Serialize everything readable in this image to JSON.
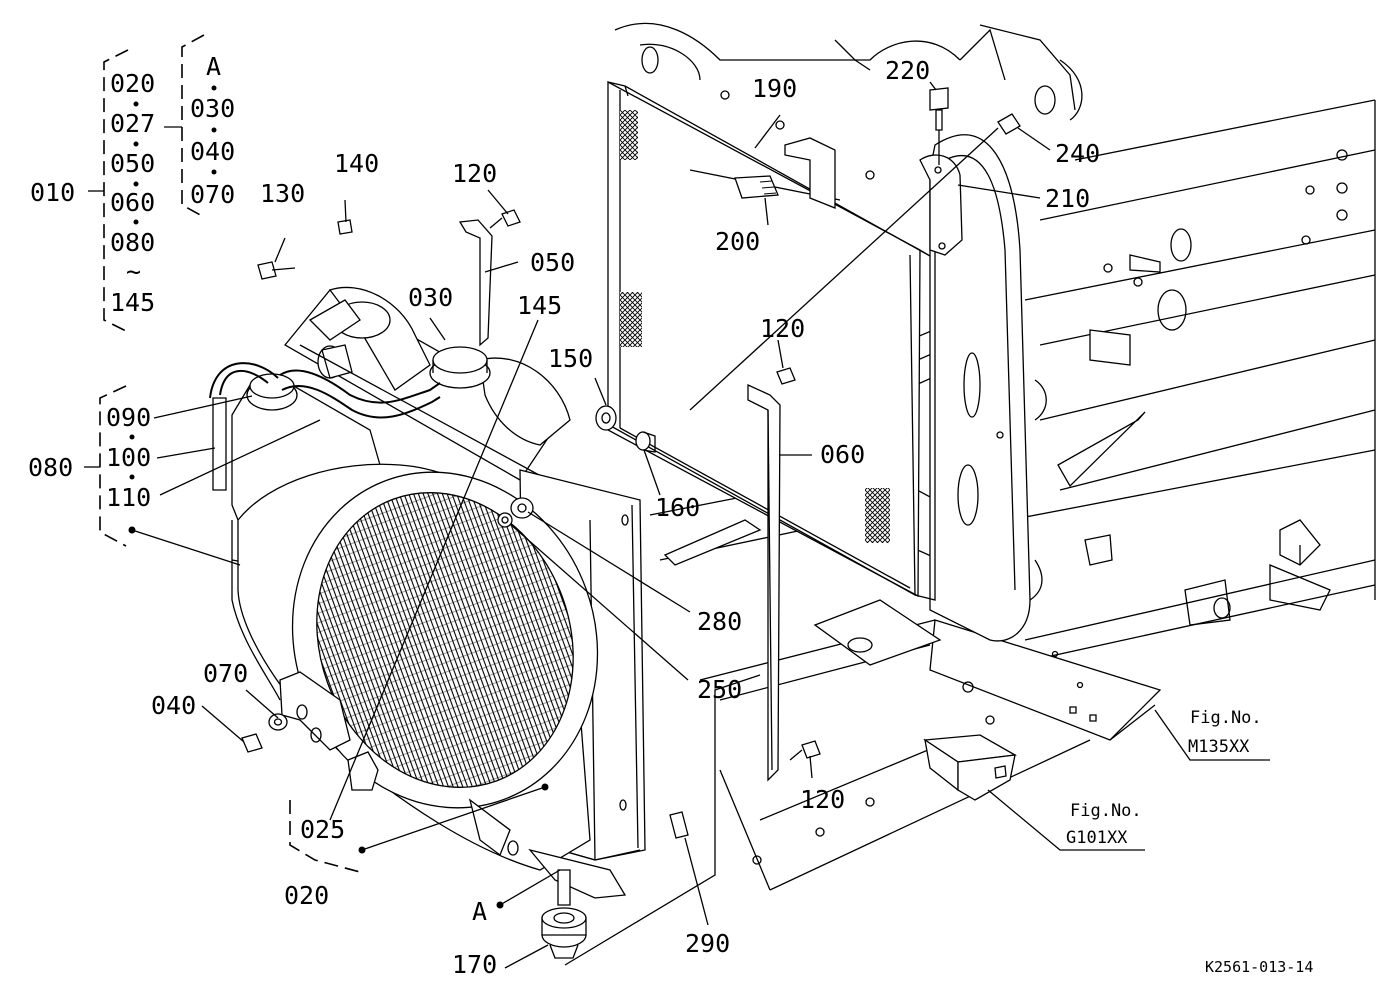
{
  "parts": [
    {
      "id": "p120a",
      "label": "120"
    },
    {
      "id": "p120b",
      "label": "120"
    },
    {
      "id": "p120c",
      "label": "120"
    },
    {
      "id": "p130",
      "label": "130"
    },
    {
      "id": "p140",
      "label": "140"
    },
    {
      "id": "p050",
      "label": "050"
    },
    {
      "id": "p030",
      "label": "030"
    },
    {
      "id": "p145",
      "label": "145"
    },
    {
      "id": "p150",
      "label": "150"
    },
    {
      "id": "p160",
      "label": "160"
    },
    {
      "id": "p060",
      "label": "060"
    },
    {
      "id": "p190",
      "label": "190"
    },
    {
      "id": "p200",
      "label": "200"
    },
    {
      "id": "p210",
      "label": "210"
    },
    {
      "id": "p220",
      "label": "220"
    },
    {
      "id": "p240",
      "label": "240"
    },
    {
      "id": "p280",
      "label": "280"
    },
    {
      "id": "p250",
      "label": "250"
    },
    {
      "id": "p070",
      "label": "070"
    },
    {
      "id": "p040",
      "label": "040"
    },
    {
      "id": "p025",
      "label": "025"
    },
    {
      "id": "p020",
      "label": "020"
    },
    {
      "id": "pA",
      "label": "A"
    },
    {
      "id": "p170",
      "label": "170"
    },
    {
      "id": "p290",
      "label": "290"
    }
  ],
  "group_010": {
    "label": "010",
    "members": [
      "020",
      "027",
      "050",
      "060",
      "080",
      "145"
    ],
    "range_mark": "~",
    "sub_group": {
      "label": "A",
      "members": [
        "030",
        "040",
        "070"
      ]
    }
  },
  "group_080": {
    "label": "080",
    "members": [
      "090",
      "100",
      "110"
    ]
  },
  "figure_refs": [
    {
      "title": "Fig.No.",
      "code": "M135XX"
    },
    {
      "title": "Fig.No.",
      "code": "G101XX"
    }
  ],
  "document_code": "K2561-013-14"
}
